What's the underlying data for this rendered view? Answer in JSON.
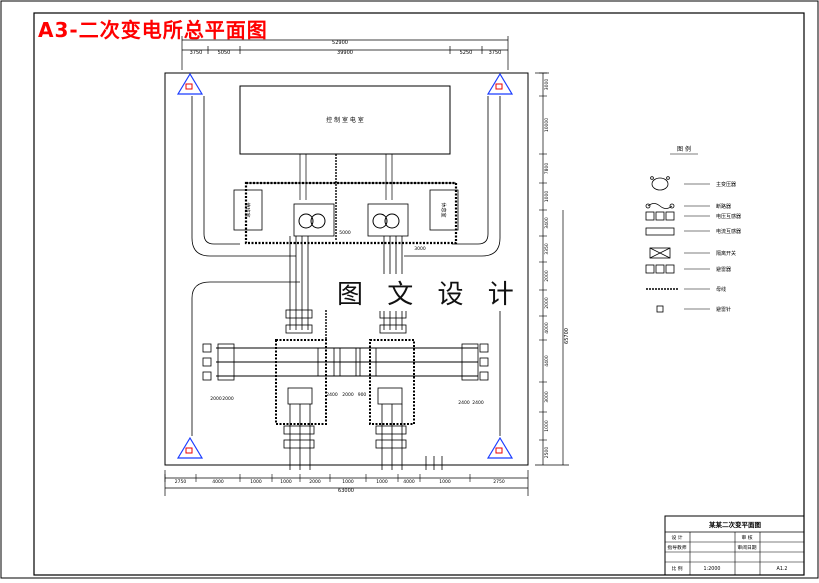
{
  "title": "A3-二次变电所总平面图",
  "watermark": "图 文 设 计",
  "dims": {
    "top_overall": "52900",
    "top_inner": "39900",
    "top_left": [
      "3750",
      "5050"
    ],
    "top_right": [
      "5250",
      "3750"
    ],
    "bottom_overall": "63000",
    "bottom_segments": [
      "2750",
      "4000",
      "1000",
      "1000",
      "2000",
      "1000",
      "1000",
      "4000",
      "1000",
      "2750"
    ],
    "right_overall": "65700",
    "right_segments": [
      "3000",
      "10000",
      "7800",
      "1000",
      "3400",
      "3350",
      "2000",
      "2000",
      "4000",
      "4400",
      "3000",
      "1000",
      "2500"
    ],
    "inner_labels": [
      "900",
      "3000",
      "5000",
      "2400",
      "2000",
      "2000",
      "2000",
      "2400",
      "2400"
    ]
  },
  "building_label": "控 制 室 电 室",
  "side_boxes": [
    "值班室",
    "休息室"
  ],
  "legend": {
    "title": "图 例",
    "items": [
      "主变压器",
      "断路器",
      "电压互感器",
      "电流互感器",
      "隔离开关",
      "避雷器",
      "母线",
      "避雷针"
    ]
  },
  "title_block": {
    "name": "某某二次变平面图",
    "rows": [
      [
        "设 计",
        "",
        "审 核",
        ""
      ],
      [
        "指导教师",
        "",
        "审阅日期",
        ""
      ],
      [
        "比 例",
        "1:2000",
        "",
        "A1.2"
      ]
    ]
  }
}
